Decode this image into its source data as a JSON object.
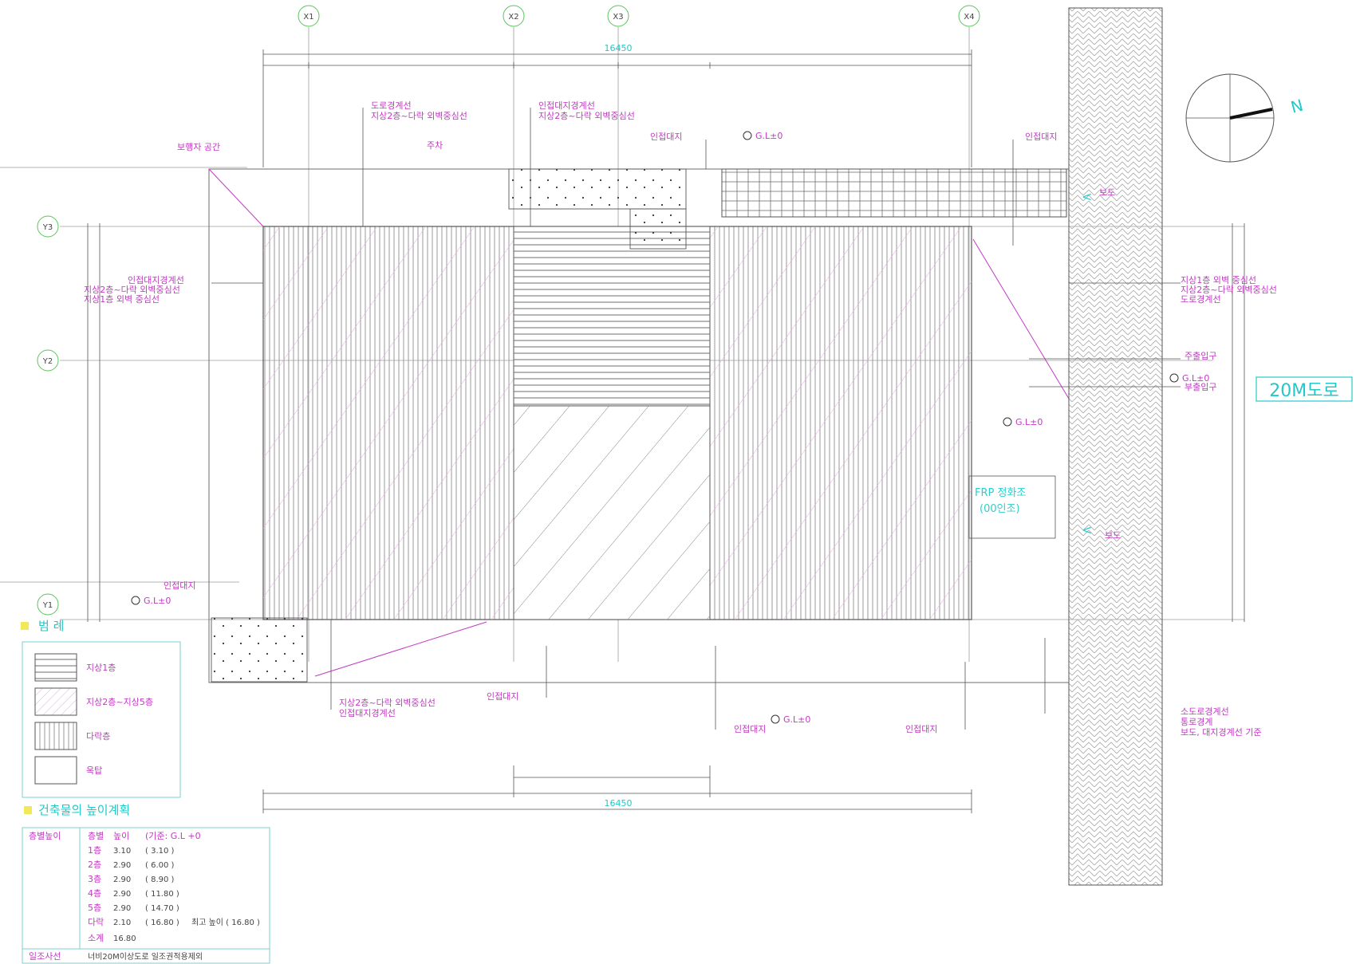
{
  "grid": {
    "x": [
      "X1",
      "X2",
      "X3",
      "X4"
    ],
    "y": [
      "Y3",
      "Y2",
      "Y1"
    ]
  },
  "north_label": "N",
  "road_label": "20M도로",
  "overall_dim_top": "16450",
  "overall_dim_bottom": "16450",
  "annotations": {
    "lt_pedestrian": "보행자 공간",
    "top_left_note": [
      "도로경계선",
      "지상2층~다락 외벽중심선"
    ],
    "top_mid_note": [
      "인접대지경계선",
      "지상2층~다락 외벽중심선"
    ],
    "top_right_note": "인접대지",
    "ground_level": "G.L±0",
    "left_note": [
      "인접대지경계선",
      "지상2층~다락 외벽중심선",
      "지상1층 외벽 중심선"
    ],
    "right_note": [
      "지상1층 외벽 중심선",
      "지상2층~다락 외벽중심선",
      "도로경계선"
    ],
    "main_entry": "주출입구",
    "sub_entry": "부출입구",
    "frp": [
      "FRP 정화조",
      "(00인조)"
    ],
    "bottom_note": [
      "지상2층~다락 외벽중심선",
      "인접대지경계선"
    ],
    "bottom_right_note": [
      "소도로경계선",
      "통로경계",
      "보도, 대지경계선 기준"
    ],
    "adjacent": "인접대지",
    "parking": "주차",
    "sidewalk": "보도"
  },
  "legend": {
    "title": "범 례",
    "items": [
      "지상1층",
      "지상2층~지상5층",
      "다락층",
      "옥탑"
    ]
  },
  "height_table": {
    "title": "건축물의 높이계획",
    "header": [
      "층별높이",
      "층별",
      "높이",
      "(기준: G.L +0"
    ],
    "rows": [
      [
        "1층",
        "3.10",
        "( 3.10 )",
        ""
      ],
      [
        "2층",
        "2.90",
        "( 6.00 )",
        ""
      ],
      [
        "3층",
        "2.90",
        "( 8.90 )",
        ""
      ],
      [
        "4층",
        "2.90",
        "( 11.80 )",
        ""
      ],
      [
        "5층",
        "2.90",
        "( 14.70 )",
        ""
      ],
      [
        "다락",
        "2.10",
        "( 16.80 )",
        "최고 높이 ( 16.80 )"
      ],
      [
        "소계",
        "16.80",
        "",
        ""
      ]
    ],
    "footer": [
      "일조사선",
      "너비20M이상도로 일조권적용제외"
    ]
  }
}
